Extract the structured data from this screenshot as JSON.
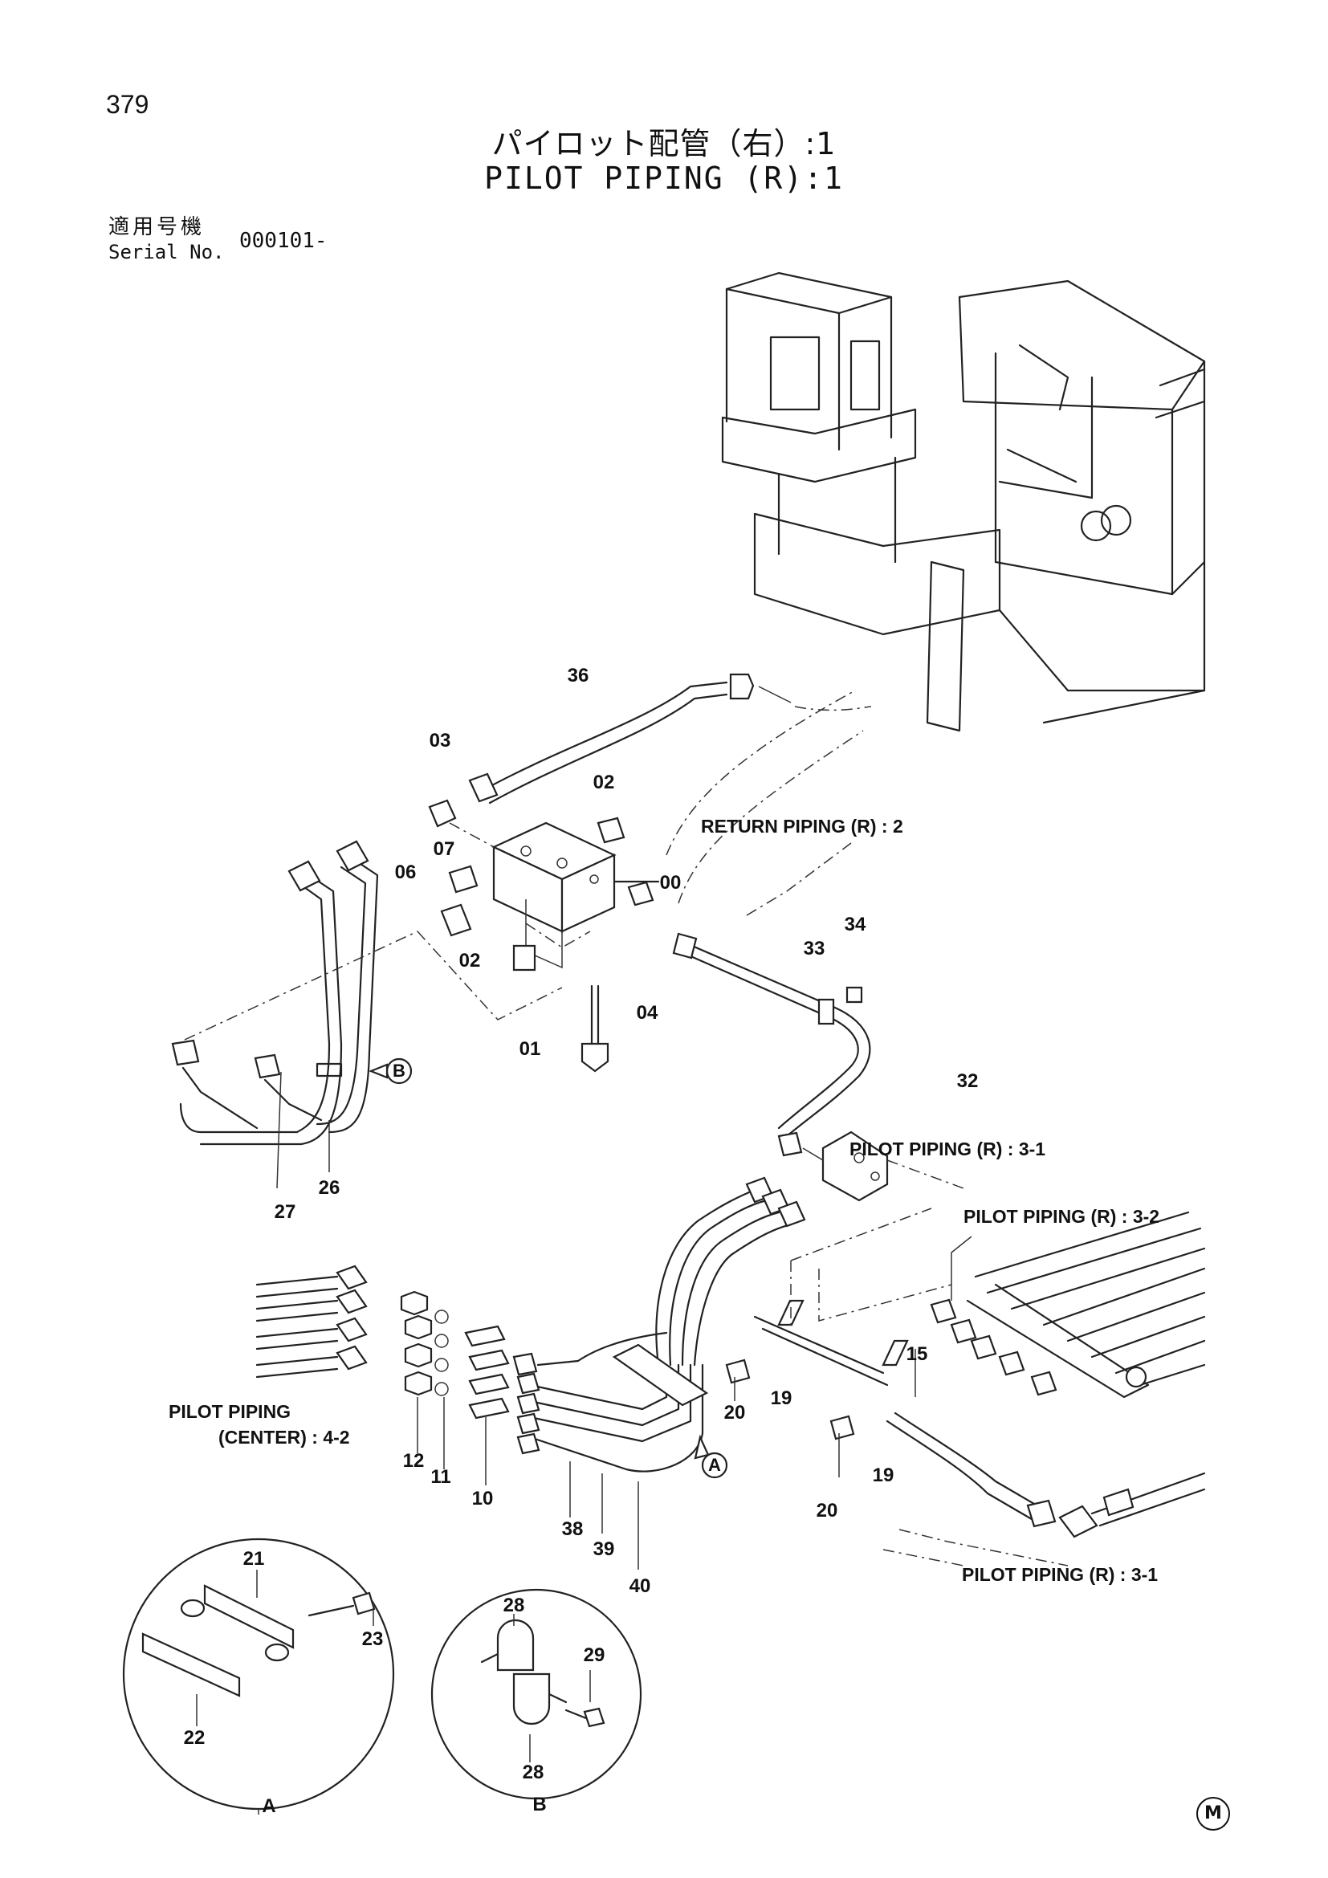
{
  "page_number": "379",
  "title_ja": "パイロット配管（右）:1",
  "title_en": "PILOT PIPING (R):1",
  "serial": {
    "label_ja": "適用号機",
    "label_en": "Serial No.",
    "value": "000101-"
  },
  "callouts": {
    "return_piping": "RETURN PIPING (R) : 2",
    "pilot_r_3_1_a": "PILOT PIPING (R) : 3-1",
    "pilot_r_3_2": "PILOT PIPING (R) : 3-2",
    "pilot_center_1": "PILOT PIPING",
    "pilot_center_2": "(CENTER) : 4-2",
    "pilot_r_3_1_b": "PILOT PIPING (R) : 3-1"
  },
  "part_numbers": [
    "36",
    "03",
    "02",
    "07",
    "06",
    "00",
    "02",
    "04",
    "01",
    "34",
    "33",
    "32",
    "27",
    "26",
    "21",
    "23",
    "22",
    "12",
    "11",
    "10",
    "38",
    "39",
    "40",
    "20",
    "19",
    "19",
    "20",
    "15",
    "28",
    "29",
    "28"
  ],
  "view_letters": {
    "a_detail": "A",
    "b_detail": "B",
    "a_label": "A",
    "b_label": "B"
  },
  "publisher_mark": "M"
}
